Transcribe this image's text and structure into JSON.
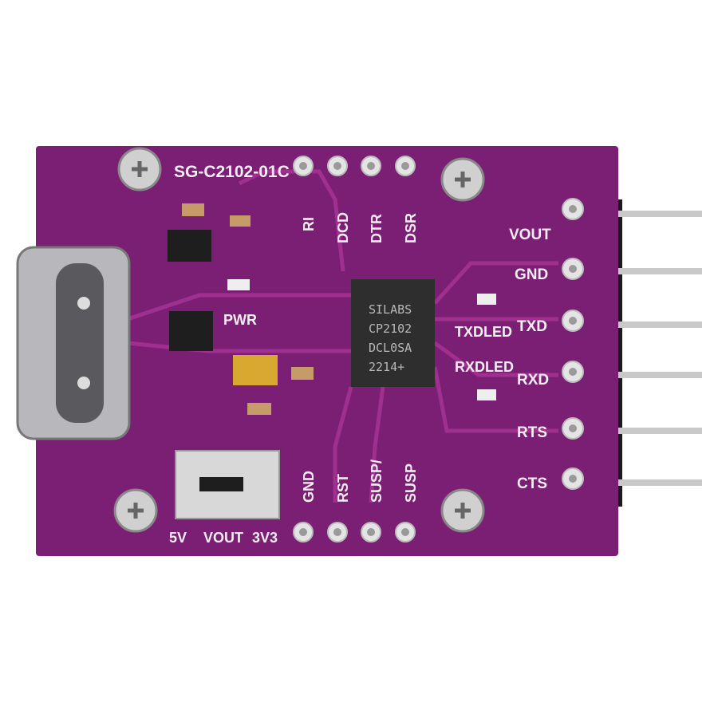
{
  "board": {
    "model": "SG-C2102-01C",
    "colors": {
      "pcb": "#7a1f73",
      "trace": "#a0308f",
      "silkscreen": "#f4eef4"
    },
    "chip": {
      "lines": [
        "SILABS",
        "CP2102",
        "DCL0SA",
        "2214+"
      ]
    },
    "top_pins": [
      "RI",
      "DCD",
      "DTR",
      "DSR"
    ],
    "bottom_pins": [
      "GND",
      "RST",
      "SUSP/",
      "SUSP"
    ],
    "side_pins": [
      "VOUT",
      "GND",
      "TXD",
      "RXD",
      "RTS",
      "CTS"
    ],
    "labels": {
      "pwr": "PWR",
      "txdled": "TXDLED",
      "rxdled": "RXDLED"
    },
    "switch_labels": [
      "5V",
      "VOUT",
      "3V3"
    ]
  }
}
